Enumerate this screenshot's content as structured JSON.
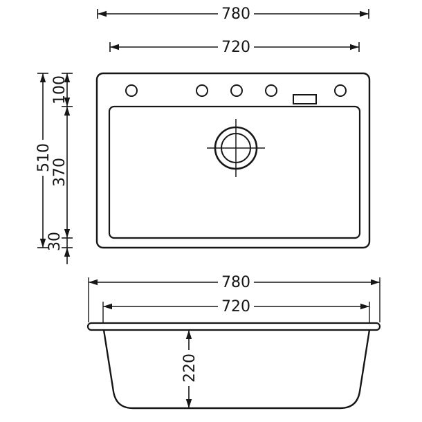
{
  "drawing": {
    "background": "#ffffff",
    "stroke_color": "#161616",
    "top_view": {
      "outer_width": "780",
      "inner_width": "720",
      "total_depth": "510",
      "deck_depth": "100",
      "basin_depth": "370",
      "bottom_margin": "30"
    },
    "front_view": {
      "outer_width": "780",
      "inner_width": "720",
      "bowl_height": "220"
    }
  }
}
